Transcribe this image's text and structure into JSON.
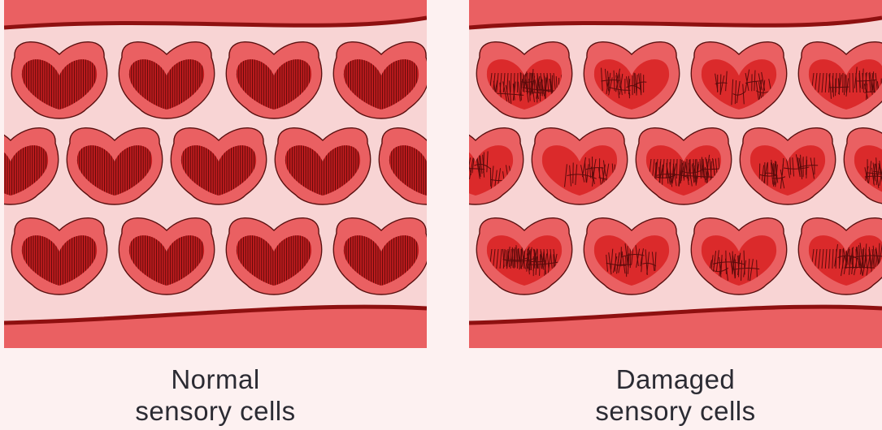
{
  "colors": {
    "background": "#fdf1f1",
    "tissue_bg": "#f8d4d4",
    "membrane": "#ea6062",
    "membrane_edge": "#8e1010",
    "cell_body": "#ea6062",
    "cell_outline": "#5a1010",
    "cell_interior_normal": "#c51c1f",
    "cell_interior_damaged": "#db2a2b",
    "stereocilia": "#5a0b0b"
  },
  "panels": {
    "normal": {
      "caption_line1": "Normal",
      "caption_line2": "sensory cells",
      "state": "intact stereocilia"
    },
    "damaged": {
      "caption_line1": "Damaged",
      "caption_line2": "sensory cells",
      "state": "disordered stereocilia"
    }
  }
}
